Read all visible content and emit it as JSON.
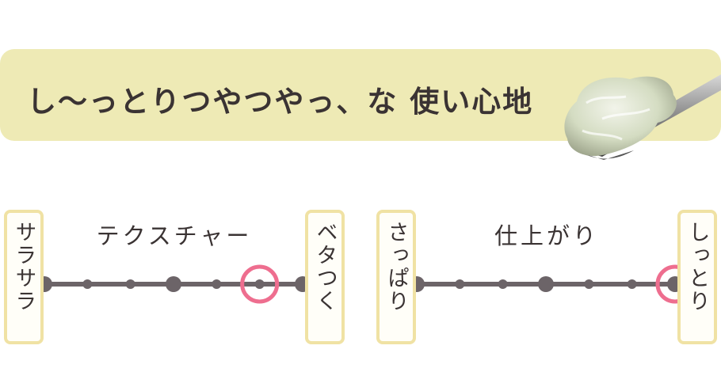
{
  "headline": {
    "text": "し〜っとりつやつやっ、な 使い心地"
  },
  "colors": {
    "banner": "#eeeab5",
    "box_border": "#f0e2a4",
    "track": "#6c6468",
    "marker": "#ee6e8f",
    "text": "#3a3333"
  },
  "icons": {
    "product": "spatula-with-gel-icon"
  },
  "scales": [
    {
      "title": "テクスチャー",
      "left_label": "サラサラ",
      "right_label": "ベタつく",
      "points": 7,
      "major_points": [
        0,
        3,
        6
      ],
      "selected_index": 5
    },
    {
      "title": "仕上がり",
      "left_label": "さっぱり",
      "right_label": "しっとり",
      "points": 7,
      "major_points": [
        0,
        3,
        6
      ],
      "selected_index": 6
    }
  ]
}
